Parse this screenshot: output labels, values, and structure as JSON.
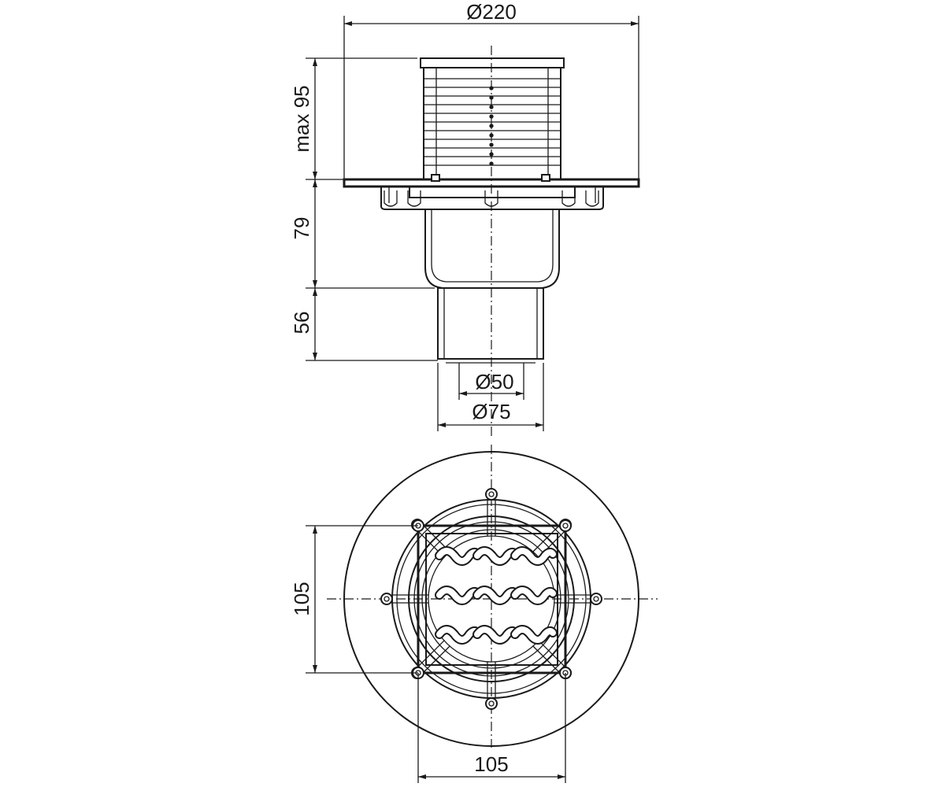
{
  "dimensions": {
    "top_diameter": "Ø220",
    "max_height": "max 95",
    "body_height": "79",
    "outlet_height": "56",
    "inner_outlet_diameter": "Ø50",
    "outer_outlet_diameter": "Ø75",
    "grate_height": "105",
    "grate_width": "105"
  },
  "colors": {
    "line": "#1a1a1a",
    "background": "#ffffff"
  }
}
